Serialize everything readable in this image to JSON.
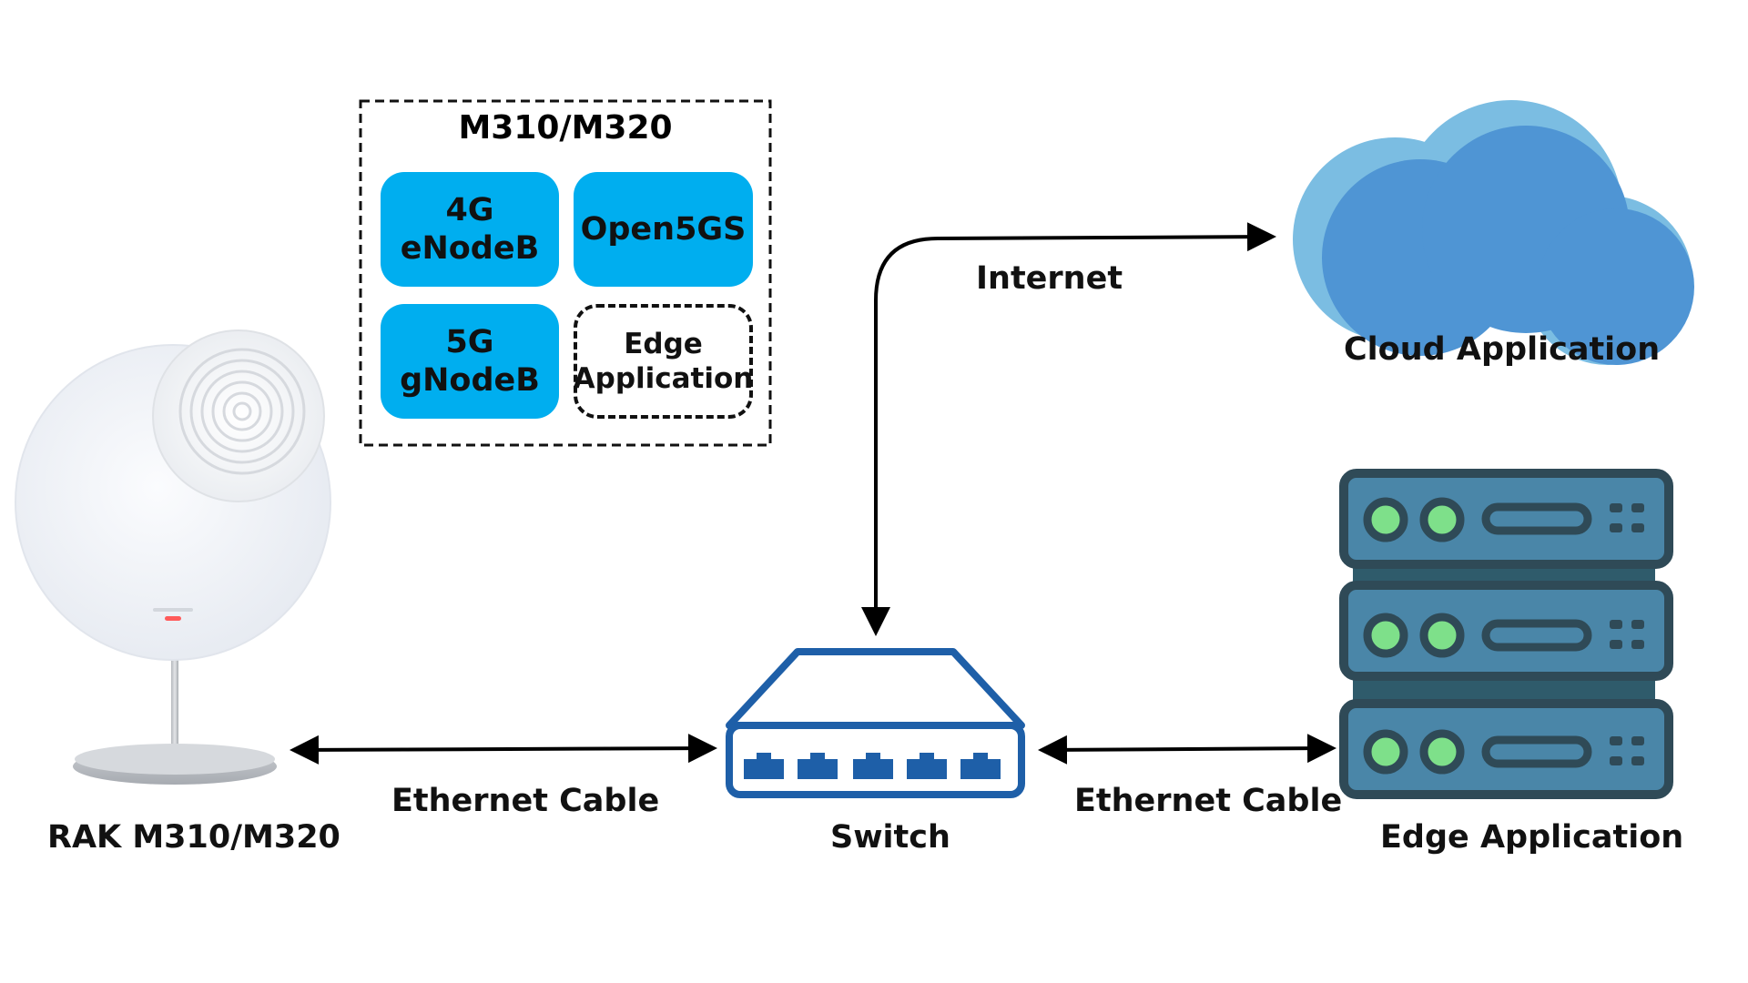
{
  "module": {
    "title": "M310/M320",
    "items": [
      {
        "line1": "4G",
        "line2": "eNodeB"
      },
      {
        "line1": "Open5GS",
        "line2": ""
      },
      {
        "line1": "5G",
        "line2": "gNodeB"
      },
      {
        "line1": "Edge",
        "line2": "Application"
      }
    ]
  },
  "labels": {
    "device": "RAK M310/M320",
    "ethernet_left": "Ethernet Cable",
    "switch": "Switch",
    "ethernet_right": "Ethernet Cable",
    "edge": "Edge Application",
    "internet": "Internet",
    "cloud": "Cloud Application"
  },
  "colors": {
    "module_fill": "#00aeef",
    "switch_blue": "#1e5fa8",
    "cloud_light": "#7bbde2",
    "cloud_main": "#4f95d4",
    "server_body": "#4a86a8",
    "server_dark": "#2f4a57",
    "led_green": "#7ee08a"
  },
  "icons": {
    "device": "rak-gateway-icon",
    "switch": "network-switch-icon",
    "cloud": "cloud-icon",
    "server": "server-rack-icon"
  }
}
